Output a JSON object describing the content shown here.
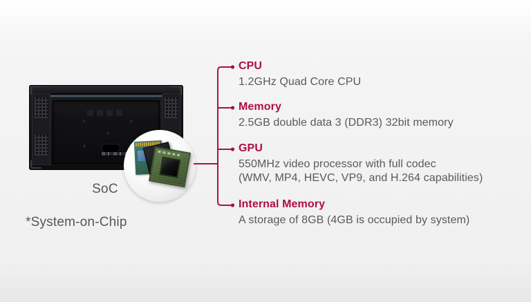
{
  "colors": {
    "accent": "#ae0e43",
    "body-text": "#58595b",
    "label-text": "#55565a"
  },
  "device": {
    "label": "SoC",
    "footnote": "*System-on-Chip",
    "image_icon": "display-back-panel-icon",
    "callout_icon": "soc-chips-icon"
  },
  "specs": [
    {
      "title": "CPU",
      "lines": [
        "1.2GHz Quad Core CPU"
      ]
    },
    {
      "title": "Memory",
      "lines": [
        "2.5GB double data 3 (DDR3) 32bit memory"
      ]
    },
    {
      "title": "GPU",
      "lines": [
        "550MHz video processor with full codec",
        "(WMV, MP4, HEVC, VP9, and H.264 capabilities)"
      ]
    },
    {
      "title": "Internal Memory",
      "lines": [
        "A storage of 8GB (4GB is occupied by system)"
      ]
    }
  ]
}
